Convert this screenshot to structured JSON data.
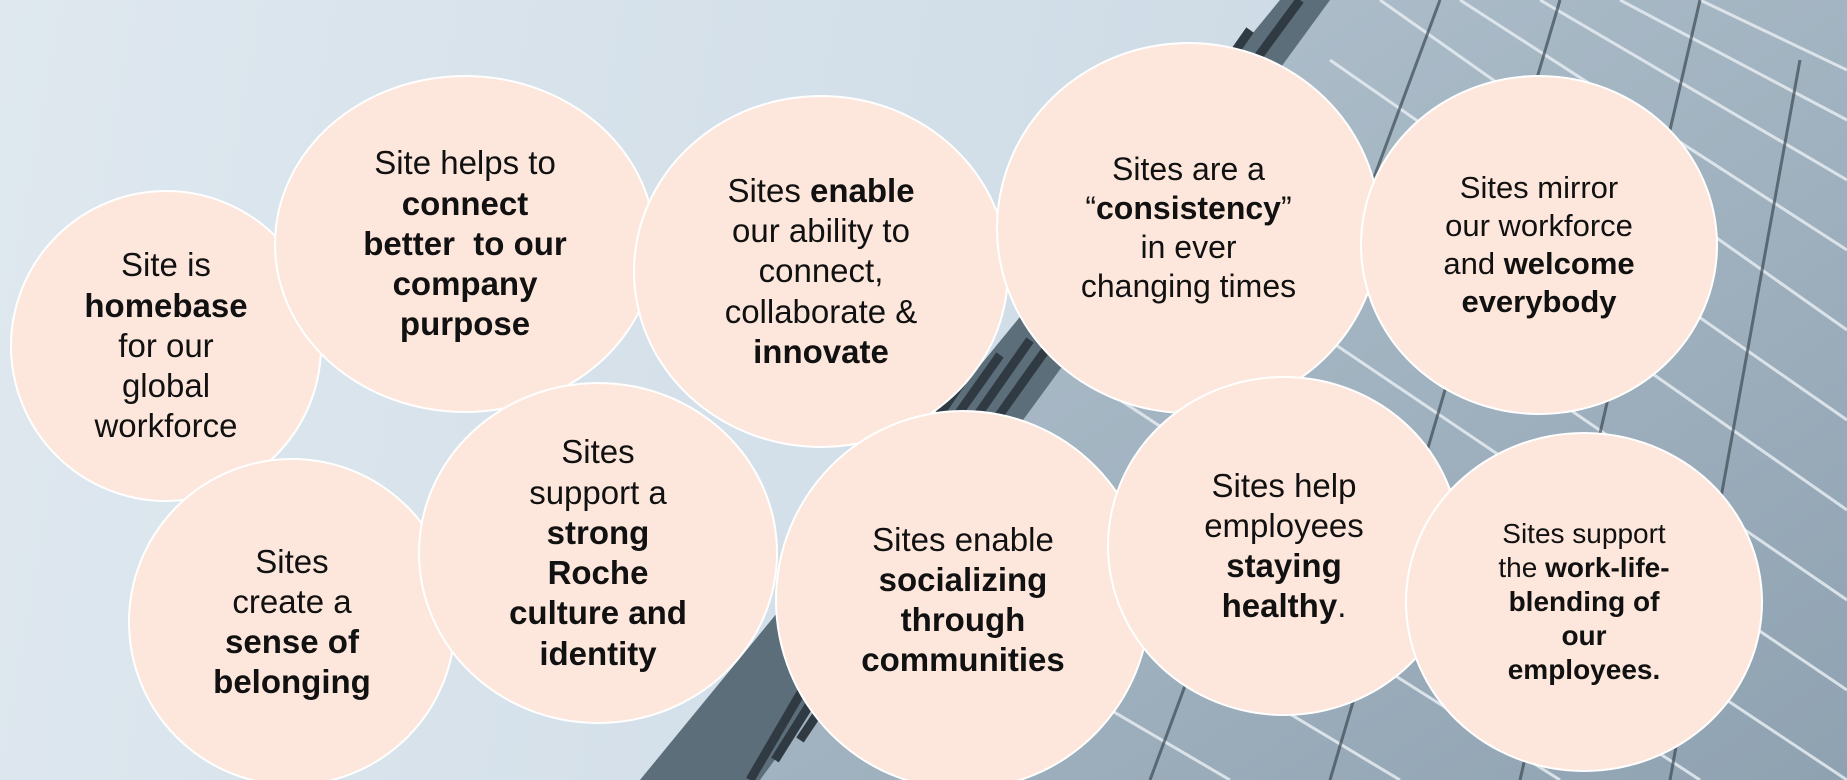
{
  "colors": {
    "bubble_fill": "#fde7dc",
    "bubble_border": "#ffffff",
    "text": "#111111",
    "sky": "#d7e3ec",
    "building": "#9fb0bd"
  },
  "background": {
    "description_icon": "office-building-facade"
  },
  "bubbles": [
    {
      "id": "homebase",
      "lines": [
        [
          {
            "t": "Site is",
            "b": false
          }
        ],
        [
          {
            "t": "homebase",
            "b": true
          }
        ],
        [
          {
            "t": "for our",
            "b": false
          }
        ],
        [
          {
            "t": "global",
            "b": false
          }
        ],
        [
          {
            "t": "workforce",
            "b": false
          }
        ]
      ]
    },
    {
      "id": "purpose",
      "lines": [
        [
          {
            "t": "Site helps to",
            "b": false
          }
        ],
        [
          {
            "t": "connect",
            "b": true
          }
        ],
        [
          {
            "t": "better  to our",
            "b": true
          }
        ],
        [
          {
            "t": "company",
            "b": true
          }
        ],
        [
          {
            "t": "purpose",
            "b": true
          }
        ]
      ]
    },
    {
      "id": "innovate",
      "lines": [
        [
          {
            "t": "Sites ",
            "b": false
          },
          {
            "t": "enable",
            "b": true
          }
        ],
        [
          {
            "t": "our ability to",
            "b": false
          }
        ],
        [
          {
            "t": "connect,",
            "b": false
          }
        ],
        [
          {
            "t": "collaborate &",
            "b": false
          }
        ],
        [
          {
            "t": "innovate",
            "b": true
          }
        ]
      ]
    },
    {
      "id": "consistency",
      "lines": [
        [
          {
            "t": "Sites are a",
            "b": false
          }
        ],
        [
          {
            "t": "“",
            "b": false
          },
          {
            "t": "consistency",
            "b": true
          },
          {
            "t": "”",
            "b": false
          }
        ],
        [
          {
            "t": "in ever",
            "b": false
          }
        ],
        [
          {
            "t": "changing times",
            "b": false
          }
        ]
      ]
    },
    {
      "id": "welcome",
      "lines": [
        [
          {
            "t": "Sites mirror",
            "b": false
          }
        ],
        [
          {
            "t": "our workforce",
            "b": false
          }
        ],
        [
          {
            "t": "and ",
            "b": false
          },
          {
            "t": "welcome",
            "b": true
          }
        ],
        [
          {
            "t": "everybody",
            "b": true
          }
        ]
      ]
    },
    {
      "id": "belonging",
      "lines": [
        [
          {
            "t": "Sites",
            "b": false
          }
        ],
        [
          {
            "t": "create a",
            "b": false
          }
        ],
        [
          {
            "t": "sense of",
            "b": true
          }
        ],
        [
          {
            "t": "belonging",
            "b": true
          }
        ]
      ]
    },
    {
      "id": "culture",
      "lines": [
        [
          {
            "t": "Sites",
            "b": false
          }
        ],
        [
          {
            "t": "support a",
            "b": false
          }
        ],
        [
          {
            "t": "strong",
            "b": true
          }
        ],
        [
          {
            "t": "Roche",
            "b": true
          }
        ],
        [
          {
            "t": "culture and",
            "b": true
          }
        ],
        [
          {
            "t": "identity",
            "b": true
          }
        ]
      ]
    },
    {
      "id": "socializing",
      "lines": [
        [
          {
            "t": "Sites enable",
            "b": false
          }
        ],
        [
          {
            "t": "socializing",
            "b": true
          }
        ],
        [
          {
            "t": "through",
            "b": true
          }
        ],
        [
          {
            "t": "communities",
            "b": true
          }
        ]
      ]
    },
    {
      "id": "healthy",
      "lines": [
        [
          {
            "t": "Sites help",
            "b": false
          }
        ],
        [
          {
            "t": "employees",
            "b": false
          }
        ],
        [
          {
            "t": "staying",
            "b": true
          }
        ],
        [
          {
            "t": "healthy",
            "b": true
          },
          {
            "t": ".",
            "b": false
          }
        ]
      ]
    },
    {
      "id": "worklife",
      "lines": [
        [
          {
            "t": "Sites support",
            "b": false
          }
        ],
        [
          {
            "t": "the ",
            "b": false
          },
          {
            "t": "work-life-",
            "b": true
          }
        ],
        [
          {
            "t": "blending of",
            "b": true
          }
        ],
        [
          {
            "t": "our",
            "b": true
          }
        ],
        [
          {
            "t": "employees.",
            "b": true
          }
        ]
      ]
    }
  ]
}
